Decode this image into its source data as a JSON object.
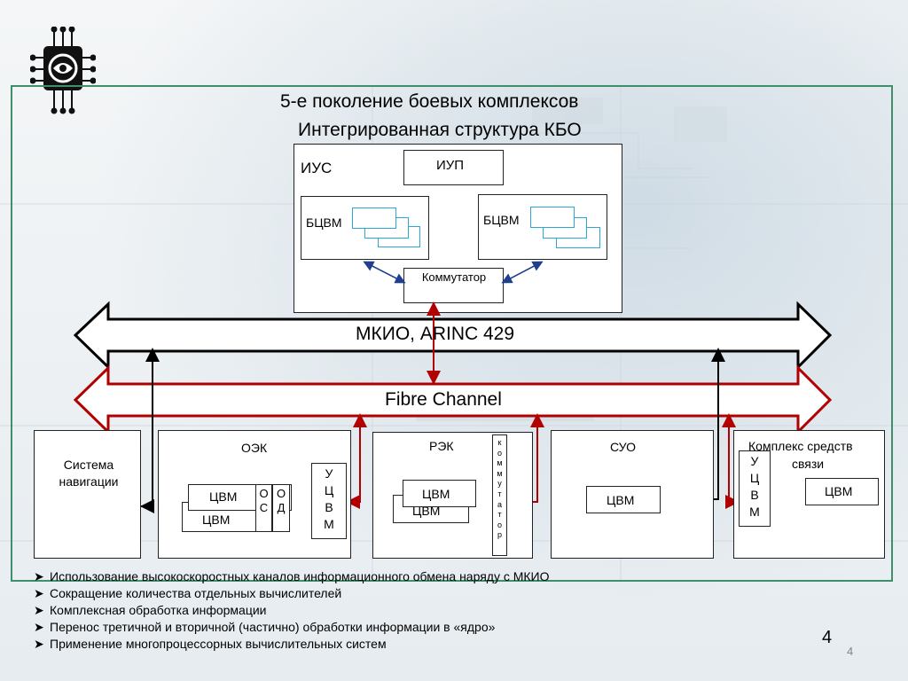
{
  "slide": {
    "title_line1": "5-е поколение боевых комплексов",
    "title_line2": "Интегрированная структура КБО",
    "page_number_large": "4",
    "page_number_small": "4"
  },
  "ius": {
    "label": "ИУС",
    "iup": "ИУП",
    "bcvm_left": "БЦВМ",
    "bcvm_right": "БЦВМ",
    "switch": "Коммутатор"
  },
  "buses": {
    "mkio": "МКИО, ARINC 429",
    "fibre": "Fibre Channel"
  },
  "subsystems": {
    "nav": "Система навигации",
    "oek": {
      "label": "ОЭК",
      "cvm_front": "ЦВМ",
      "cvm_back": "ЦВМ",
      "os": [
        "О",
        "С"
      ],
      "od": [
        "О",
        "Д"
      ],
      "ucvm": [
        "У",
        "Ц",
        "В",
        "М"
      ]
    },
    "rek": {
      "label": "РЭК",
      "cvm_front": "ЦВМ",
      "cvm_back": "ЦВМ",
      "switch_vertical": [
        "к",
        "о",
        "м",
        "м",
        "у",
        "т",
        "а",
        "т",
        "о",
        "р"
      ]
    },
    "suo": {
      "label": "СУО",
      "cvm": "ЦВМ"
    },
    "comm": {
      "label_line1": "Комплекс средств",
      "label_line2": "связи",
      "ucvm": [
        "У",
        "Ц",
        "В",
        "М"
      ],
      "cvm": "ЦВМ"
    }
  },
  "bullets": [
    "Использование высокоскоростных каналов информационного обмена наряду с МКИО",
    "Сокращение количества отдельных вычислителей",
    "Комплексная обработка информации",
    "Перенос третичной и вторичной (частично) обработки информации в «ядро»",
    "Применение многопроцессорных вычислительных систем"
  ],
  "colors": {
    "frame_green": "#3f8f6a",
    "bus_red": "#b00000",
    "arrow_blue": "#1f3f8f",
    "accent_cyan": "#2aa8d8"
  },
  "icons": [
    "chip-logo-icon",
    "bullet-arrow-icon"
  ]
}
